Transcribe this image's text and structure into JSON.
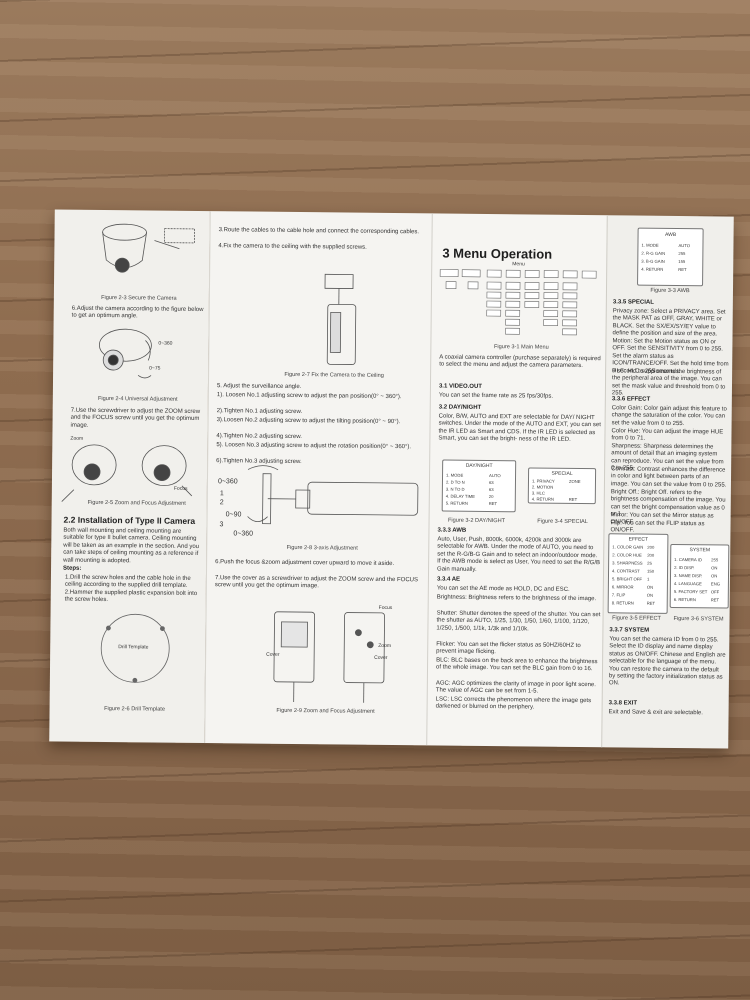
{
  "panel1": {
    "fig_2_3": "Figure 2-3 Secure the Camera",
    "step6": "6.Adjust the camera according to the figure below to get an optimum angle.",
    "label_360": "0~360",
    "label_75": "0~75",
    "fig_2_4": "Figure 2-4 Universal Adjustment",
    "step7": "7.Use the screwdriver to adjust the ZOOM screw and the FOCUS screw until you get the optimum image.",
    "zoom": "Zoom",
    "focus": "Focus",
    "fig_2_5": "Figure 2-5 Zoom and Focus Adjustment",
    "section_title": "2.2 Installation of Type II Camera",
    "section_body": "Both wall mounting and ceiling mounting are suitable for type II bullet camera. Ceiling mounting will be taken as an example in the section. And you can take steps of ceiling mounting as a reference if wall mounting is adopted.",
    "steps_label": "Steps:",
    "step1": "1.Drill the screw holes and the cable hole in the ceiling according to the supplied drill template.",
    "step2": "2.Hammer the supplied plastic expansion bolt into the screw holes.",
    "drill_label": "Drill Template",
    "fig_2_6": "Figure 2-6 Drill Template"
  },
  "panel2": {
    "step3": "3.Route the cables to the cable hole and connect the corresponding cables.",
    "step4": "4.Fix the camera to the ceiling with the supplied screws.",
    "fig_2_7": "Figure 2-7 Fix the Camera to the Ceiling",
    "step5": "5. Adjust the surveillance angle.",
    "s5_1": "1). Loosen No.1 adjusting screw to adjust the pan position(0° ~ 360°).",
    "s5_2": "2).Tighten No.1 adjusting screw.",
    "s5_3": "3).Loosen No.2 adjusting screw to adjust the tilting position(0° ~ 90°).",
    "s5_4": "4).Tighten No.2 adjusting screw.",
    "s5_5": "5). Loosen No.3 adjusting screw to adjust the rotation position(0° ~ 360°).",
    "s5_6": "6).Tighten No.3 adjusting screw.",
    "axis_a": "0~360",
    "axis_b": "0~90",
    "axis_c": "0~360",
    "n1": "1",
    "n2": "2",
    "n3": "3",
    "fig_2_8": "Figure 2-8 3-axis Adjustment",
    "step6": "6.Push the focus &zoom adjustment cover upward to move it aside.",
    "step7": "7.Use the cover as a screwdriver to adjust the ZOOM screw and the FOCUS screw until you get the optimum image.",
    "cover1": "Cover",
    "cover2": "Cover",
    "focus": "Focus",
    "zoom": "Zoom",
    "fig_2_9": "Figure 2-9 Zoom and Focus Adjustment"
  },
  "panel3": {
    "title": "3 Menu Operation",
    "menu_label": "Menu",
    "fig_3_1": "Figure 3-1 Main Menu",
    "intro": "A coaxial camera controller (purchase separately) is required to select the menu and adjust the camera parameters.",
    "s31_title": "3.1 VIDEO.OUT",
    "s31_body": "You can set the frame rate as 25 fps/30fps.",
    "s32_title": "3.2 DAY/NIGHT",
    "s32_body": "Color, B/W, AUTO and EXT are selectable for DAY/ NIGHT switches. Under the mode of the AUTO and EXT, you can set the IR LED as Smart and CDS. If the IR LED is selected as Smart, you can set the bright- ness of the IR LED.",
    "daynight_box": {
      "title": "DAY/NIGHT",
      "rows": [
        [
          "1. MODE",
          "AUTO"
        ],
        [
          "2. D TO N",
          "63"
        ],
        [
          "3. N TO D",
          "63"
        ],
        [
          "4. DELAY TIME",
          "20"
        ],
        [
          "5. RETURN",
          "RET"
        ]
      ]
    },
    "special_box": {
      "title": "SPECIAL",
      "rows": [
        [
          "1. PRIVACY",
          "ZONE"
        ],
        [
          "2. MOTION",
          ""
        ],
        [
          "3. HLC",
          ""
        ],
        [
          "4. RETURN",
          "RET"
        ]
      ]
    },
    "fig_3_2": "Figure 3-2 DAY/NIGHT",
    "fig_3_4": "Figure 3-4 SPECIAL",
    "s33_title": "3.3.3 AWB",
    "s33_body": "Auto, User, Push, 8000k, 6000k, 4200k and 3000k are selectable for AWB. Under the mode of AUTO, you need to set the R-G/B-G Gain and to select an indoor/outdoor mode. If the AWB mode is select as User, You need to set the R/G/B Gain manually.",
    "s34_title": "3.3.4 AE",
    "s34_body": "You can set the AE mode as HOLD, DC and ESC.",
    "brightness": "Brightness: Brightness refers to the brightness of the image.",
    "shutter": "Shutter: Shutter denotes the speed of the shutter. You can set the shutter as AUTO, 1/25, 1/30, 1/50, 1/60, 1/100, 1/120, 1/250, 1/500, 1/1k, 1/3k and 1/10k.",
    "flicker": "Flicker: You can set the flicker status as 50HZ/60HZ to prevent image flicking.",
    "blc": "BLC: BLC bases on the back area to enhance the brightness of the whole image. You can set the BLC gain from 0 to 16.",
    "agc": "AGC: AGC optimizes the clarity of image in poor light scene. The value of AGC can be set from 1-5.",
    "lsc": "LSC: LSC corrects the phenomenon where the image gets darkened or blurred on the periphery."
  },
  "panel4": {
    "awb_box": {
      "title": "AWB",
      "rows": [
        [
          "1. MODE",
          "AUTO"
        ],
        [
          "2. R-G GAIN",
          "255"
        ],
        [
          "3. B-G GAIN",
          "155"
        ],
        [
          "4. RETURN",
          "RET"
        ]
      ]
    },
    "fig_3_3": "Figure 3-3 AWB",
    "s335_title": "3.3.5 SPECIAL",
    "privacy": "Privacy zone: Select a PRIVACY area. Set the MASK PAT as OFF, GRAY, WHITE or BLACK. Set the SX/EX/SY/EY value to define the position and size of the area.",
    "motion": "Motion: Set the Motion status as ON or OFF. Set the SENSITIVITY from 0 to 255. Set the alarm status as ICON/TRANCE/OFF. Set the hold time from 0 second to 255 seconds.",
    "hlc": "HLC: HLC supplements the brightness of the peripheral area of the image. You can set the mask value and threshold from 0 to 255.",
    "s336_title": "3.3.6 EFFECT",
    "color_gain": "Color Gain: Color gain adjust this feature to change the saturation of the color. You can set the value from 0 to 255.",
    "color_hue": "Color Hue: You can adjust the image HUE from 0 to 71.",
    "sharpness": "Sharpness: Sharpness determines the amount of detail that an imaging system can reproduce. You can set the value from 0 to 255.",
    "contrast": "Contrast: Contrast enhances the difference in color and light between parts of an image. You can set the value from 0 to 255.",
    "bright_off": "Bright Off.: Bright Off. refers to the brightness compensation of the image. You can set the bright compensation value as 0 or 1.",
    "mirror": "Mirror: You can set the Mirror status as ON/OFF.",
    "flip": "Flip: You can set the FLIP status as ON/OFF.",
    "effect_box": {
      "title": "EFFECT",
      "rows": [
        [
          "1. COLOR GAIN",
          "200"
        ],
        [
          "2. COLOR HUE",
          "200"
        ],
        [
          "3. SHARPNESS",
          "25"
        ],
        [
          "4. CONTRAST",
          "150"
        ],
        [
          "5. BRIGHT OFF",
          "1"
        ],
        [
          "6. MIRROR",
          "ON"
        ],
        [
          "7. FLIP",
          "ON"
        ],
        [
          "8. RETURN",
          "RET"
        ]
      ]
    },
    "system_box": {
      "title": "SYSTEM",
      "rows": [
        [
          "1. CAMERA ID",
          "255"
        ],
        [
          "2. ID DISP.",
          "ON"
        ],
        [
          "3. NAME DISP.",
          "ON"
        ],
        [
          "4. LANGUAGE",
          "ENG"
        ],
        [
          "5. FACTORY SET",
          "OFF"
        ],
        [
          "6. RETURN",
          "RET"
        ]
      ]
    },
    "fig_3_5": "Figure 3-5 EFFECT",
    "fig_3_6": "Figure 3-6 SYSTEM",
    "s337_title": "3.3.7 SYSTEM",
    "s337_body": "You can set the camera ID from 0 to 255. Select the ID display and name display status as ON/OFF. Chinese and English are selectable for the language of the menu. You can restore the camera to the default by setting the factory initialization status as ON.",
    "s338_title": "3.3.8 EXIT",
    "s338_body": "Exit and Save & exit are selectable."
  }
}
